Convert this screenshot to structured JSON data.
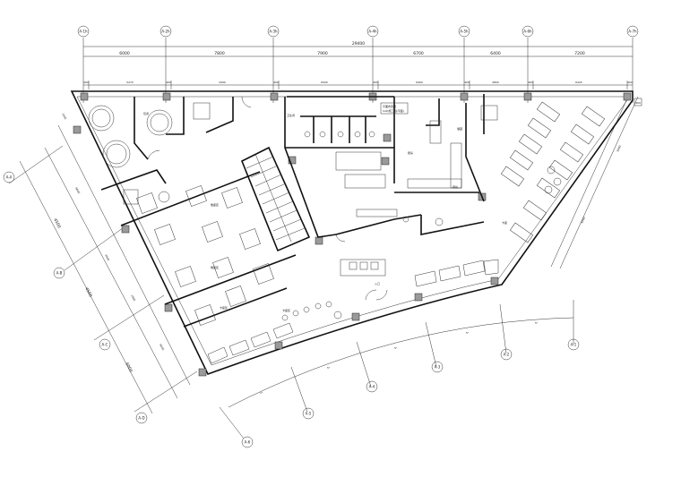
{
  "axes_top": [
    "A-1h",
    "A-2h",
    "A-3h",
    "A-4h",
    "A-5h",
    "A-6h",
    "A-7h"
  ],
  "axes_left": [
    "A-A",
    "A-B",
    "A-C",
    "A-D"
  ],
  "axes_bottom": [
    "A-1",
    "A-2",
    "A-3",
    "A-4",
    "A-5",
    "A-6"
  ],
  "dims_overall": "29400",
  "dims_top_row": [
    "6000",
    "7800",
    "7900",
    "6700",
    "6400",
    "7200"
  ],
  "dims_detail_row": [
    "400",
    "5270",
    "400",
    "2990",
    "400",
    "6500",
    "400",
    "6900",
    "400",
    "4800",
    "400",
    "6425",
    "400"
  ],
  "dims_left": [
    "1400",
    "6600",
    "4400",
    "1900",
    "6000"
  ],
  "dims_left_outer": [
    "4500",
    "4500",
    "6000"
  ],
  "dims_right": [
    "400",
    "5900",
    "4000"
  ],
  "arc_labels": [
    "1°",
    "5°",
    "5°",
    "5°",
    "5°"
  ],
  "room_labels": {
    "kitchen": "厨房",
    "bar": "吧台",
    "dining_hall": "散座区",
    "seating_a": "卡座区",
    "seating_b": "散座区",
    "seating_c": "卡座区",
    "entrance": "入口",
    "storage": "储藏",
    "toilet": "卫生间",
    "private_room": "包间",
    "booth": "卡座"
  },
  "legend_box": [
    "平面布置图",
    "CAD施工图(平面)"
  ]
}
